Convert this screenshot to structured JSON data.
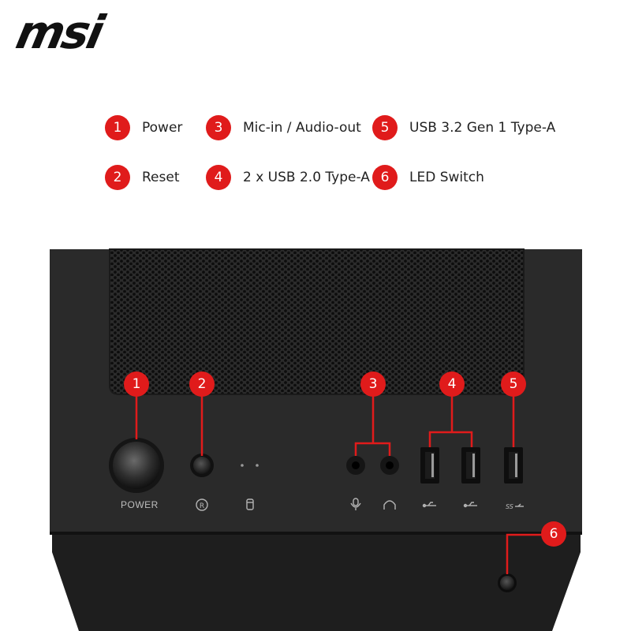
{
  "brand": {
    "logo_text": "msi"
  },
  "legend": [
    {
      "number": "1",
      "label": "Power"
    },
    {
      "number": "2",
      "label": "Reset"
    },
    {
      "number": "3",
      "label": "Mic-in / Audio-out"
    },
    {
      "number": "4",
      "label": "2 x USB 2.0 Type-A"
    },
    {
      "number": "5",
      "label": "USB 3.2 Gen 1 Type-A"
    },
    {
      "number": "6",
      "label": "LED Switch"
    }
  ],
  "case_panel": {
    "power_label": "POWER",
    "callouts": [
      "1",
      "2",
      "3",
      "4",
      "5",
      "6"
    ],
    "icons": [
      "reset-icon",
      "hdd-icon",
      "microphone-icon",
      "headphone-icon",
      "usb-icon",
      "usb-icon",
      "usb-superspeed-icon"
    ]
  },
  "colors": {
    "accent": "#e01b1b",
    "case": "#2a2a2a",
    "text": "#222222"
  }
}
